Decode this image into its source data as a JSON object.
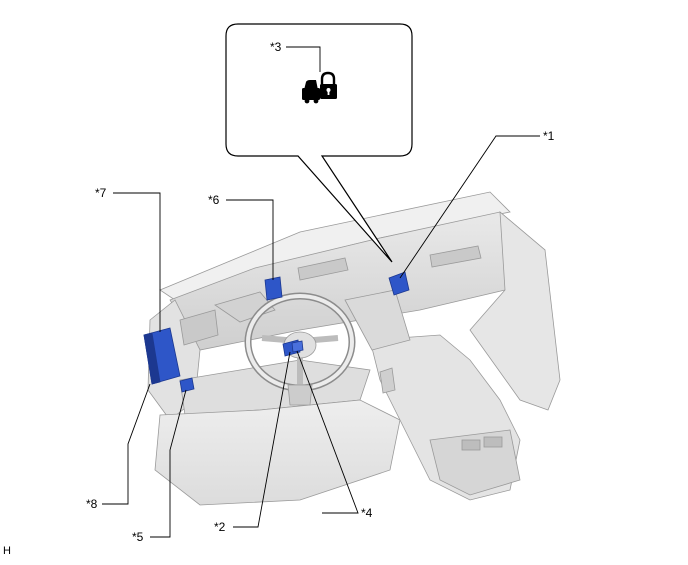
{
  "labels": {
    "c1": "*1",
    "c2": "*2",
    "c3": "*3",
    "c4": "*4",
    "c5": "*5",
    "c6": "*6",
    "c7": "*7",
    "c8": "*8"
  },
  "corner_code": "H",
  "callout_icon": "lock-car-icon",
  "colors": {
    "component": "#2e56c8",
    "component_dark": "#1c3890",
    "interior_light": "#f4f4f4",
    "interior_mid": "#d9d9d9",
    "outline": "#9a9a9a"
  }
}
